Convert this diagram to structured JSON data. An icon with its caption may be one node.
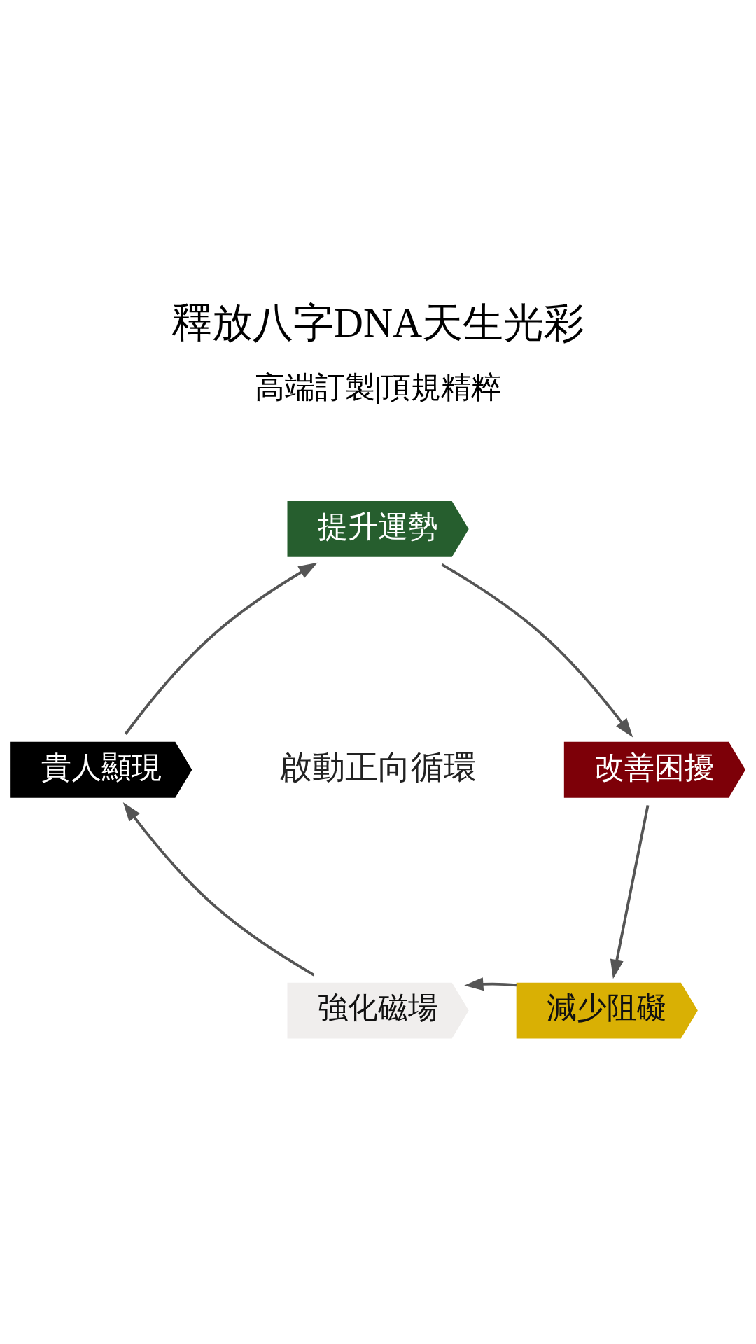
{
  "diagram": {
    "title": "釋放八字DNA天生光彩",
    "nodes": [
      {
        "text": [
          "啟動正向循環"
        ]
      },
      {
        "text": [
          "提升運勢"
        ]
      },
      {
        "text": [
          "改善困擾"
        ]
      },
      {
        "text": [
          "減少阻礙"
        ]
      },
      {
        "text": [
          "強化磁場"
        ]
      },
      {
        "text": [
          "貴人顯現"
        ]
      }
    ],
    "edges": [
      {
        "from": 1,
        "to": 2,
        "arrow": "to"
      },
      {
        "from": 2,
        "to": 3,
        "arrow": "to"
      },
      {
        "from": 3,
        "to": 4,
        "arrow": "to"
      },
      {
        "from": 4,
        "to": 5,
        "arrow": "to"
      },
      {
        "from": 5,
        "to": 1,
        "arrow": "to"
      }
    ],
    "labels": [
      "高端訂製|頂規精粹"
    ]
  }
}
